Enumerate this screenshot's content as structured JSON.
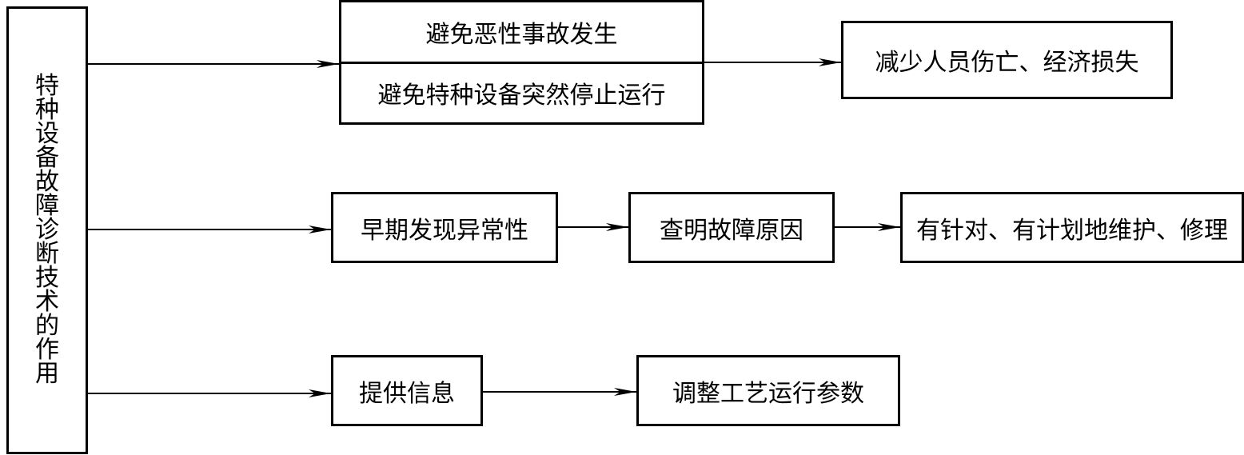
{
  "diagram": {
    "root": {
      "text_chars": [
        "特",
        "种",
        "设",
        "备",
        "故",
        "障",
        "诊",
        "断",
        "技",
        "术",
        "的",
        "作",
        "用"
      ]
    },
    "branch1": {
      "box_top": "避免恶性事故发生",
      "box_bottom": "避免特种设备突然停止运行",
      "result": "减少人员伤亡、经济损失"
    },
    "branch2": {
      "step1": "早期发现异常性",
      "step2": "查明故障原因",
      "step3": "有针对、有计划地维护、修理"
    },
    "branch3": {
      "step1": "提供信息",
      "step2": "调整工艺运行参数"
    }
  }
}
